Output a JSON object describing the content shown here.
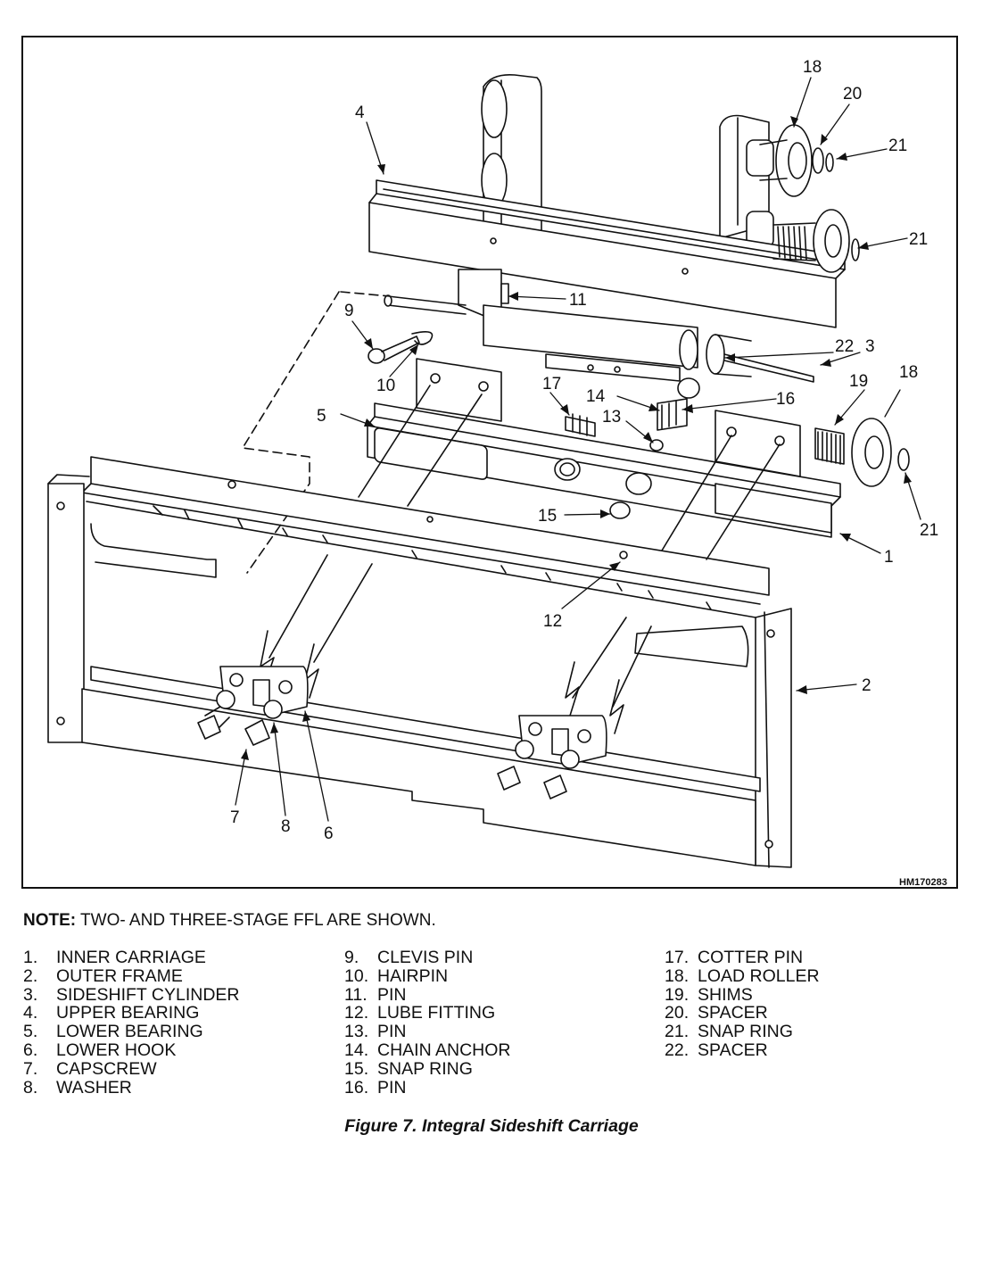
{
  "figure": {
    "drawing_code": "HM170283",
    "callouts": {
      "c18a": "18",
      "c20": "20",
      "c21a": "21",
      "c4": "4",
      "c21b": "21",
      "c11": "11",
      "c9": "9",
      "c22": "22",
      "c3": "3",
      "c18b": "18",
      "c19": "19",
      "c10": "10",
      "c17": "17",
      "c14": "14",
      "c16": "16",
      "c13": "13",
      "c5": "5",
      "c15": "15",
      "c21c": "21",
      "c1": "1",
      "c12": "12",
      "c2": "2",
      "c7": "7",
      "c8": "8",
      "c6": "6"
    }
  },
  "note": {
    "label": "NOTE:",
    "text": " TWO- AND THREE-STAGE FFL ARE SHOWN."
  },
  "legend": {
    "col1": [
      {
        "num": "1.",
        "label": "INNER CARRIAGE"
      },
      {
        "num": "2.",
        "label": "OUTER FRAME"
      },
      {
        "num": "3.",
        "label": "SIDESHIFT CYLINDER"
      },
      {
        "num": "4.",
        "label": "UPPER BEARING"
      },
      {
        "num": "5.",
        "label": "LOWER BEARING"
      },
      {
        "num": "6.",
        "label": "LOWER HOOK"
      },
      {
        "num": "7.",
        "label": "CAPSCREW"
      },
      {
        "num": "8.",
        "label": "WASHER"
      }
    ],
    "col2": [
      {
        "num": "9.",
        "label": "CLEVIS PIN"
      },
      {
        "num": "10.",
        "label": "HAIRPIN"
      },
      {
        "num": "11.",
        "label": "PIN"
      },
      {
        "num": "12.",
        "label": "LUBE FITTING"
      },
      {
        "num": "13.",
        "label": "PIN"
      },
      {
        "num": "14.",
        "label": "CHAIN ANCHOR"
      },
      {
        "num": "15.",
        "label": "SNAP RING"
      },
      {
        "num": "16.",
        "label": "PIN"
      }
    ],
    "col3": [
      {
        "num": "17.",
        "label": "COTTER PIN"
      },
      {
        "num": "18.",
        "label": "LOAD ROLLER"
      },
      {
        "num": "19.",
        "label": "SHIMS"
      },
      {
        "num": "20.",
        "label": "SPACER"
      },
      {
        "num": "21.",
        "label": "SNAP RING"
      },
      {
        "num": "22.",
        "label": "SPACER"
      }
    ]
  },
  "caption": "Figure 7.  Integral Sideshift Carriage"
}
